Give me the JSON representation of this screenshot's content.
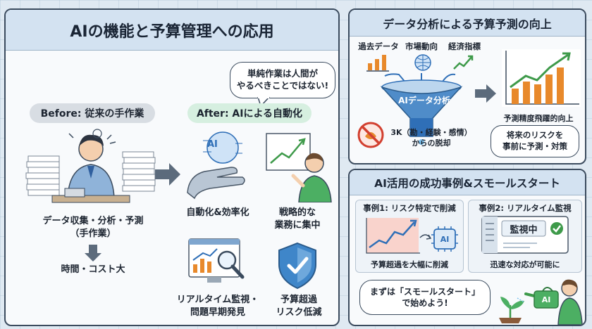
{
  "left_panel": {
    "title": "AIの機能と予算管理への応用",
    "speech_bubble": {
      "line1": "単純作業は人間が",
      "line2": "やるべきことではない!"
    },
    "before": {
      "label": "Before: 従来の手作業",
      "caption_line1": "データ収集・分析・予測",
      "caption_line2": "（手作業）",
      "result": "時間・コスト大"
    },
    "after": {
      "label": "After: AIによる自動化",
      "items": [
        {
          "label_line1": "自動化&効率化",
          "label_line2": ""
        },
        {
          "label_line1": "戦略的な",
          "label_line2": "業務に集中"
        },
        {
          "label_line1": "リアルタイム監視・",
          "label_line2": "問題早期発見"
        },
        {
          "label_line1": "予算超過",
          "label_line2": "リスク低減"
        }
      ],
      "ai_badge": "AI"
    }
  },
  "top_right_panel": {
    "title": "データ分析による予算予測の向上",
    "inputs": [
      "過去データ",
      "市場動向",
      "経済指標"
    ],
    "funnel_label": "AIデータ分析",
    "result": "予測精度飛躍的向上",
    "kkk": {
      "line1": "3K（勘・経験・感情）",
      "line2": "からの脱却"
    },
    "bubble": {
      "line1": "将来のリスクを",
      "line2": "事前に予測・対策"
    }
  },
  "bottom_right_panel": {
    "title": "AI活用の成功事例&スモールスタート",
    "case1": {
      "title": "事例1: リスク特定で削減",
      "caption": "予算超過を大幅に削減",
      "chip": "AI"
    },
    "case2": {
      "title": "事例2: リアルタイム監視",
      "caption": "迅速な対応が可能に",
      "screen_label": "監視中"
    },
    "bubble": {
      "line1": "まずは「スモールスタート」",
      "line2": "で始めよう!"
    },
    "can_label": "AI"
  },
  "colors": {
    "accent_blue": "#2f6fb7",
    "accent_orange": "#e8892b",
    "accent_green": "#3e9a4a",
    "before_pill": "#d8dde3",
    "after_pill": "#d6efe0",
    "shield": "#3f86c9"
  },
  "icons": [
    "stressed-worker-icon",
    "robot-hand-icon",
    "presenter-icon",
    "monitor-magnifier-icon",
    "shield-check-icon",
    "funnel-icon",
    "rising-chart-icon",
    "no-intuition-icon",
    "ai-chip-icon",
    "monitor-check-icon",
    "seedling-can-icon"
  ]
}
